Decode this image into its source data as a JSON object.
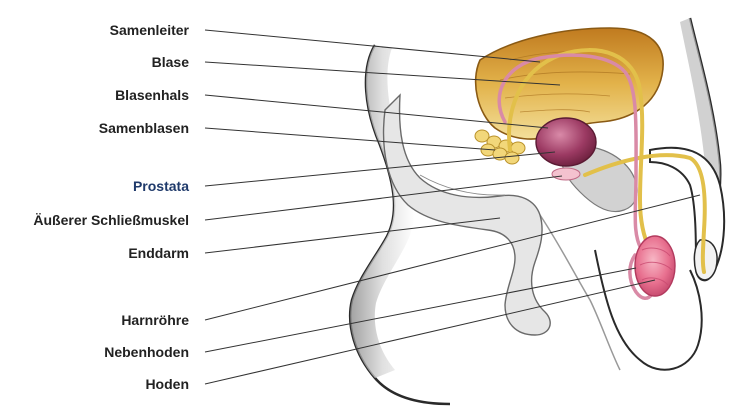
{
  "diagram": {
    "labels": [
      {
        "key": "samenleiter",
        "text": "Samenleiter"
      },
      {
        "key": "blase",
        "text": "Blase"
      },
      {
        "key": "blasenhals",
        "text": "Blasenhals"
      },
      {
        "key": "samenblasen",
        "text": "Samenblasen"
      },
      {
        "key": "prostata",
        "text": "Prostata",
        "highlight": true
      },
      {
        "key": "schliessmuskel",
        "text": "Äußerer Schließmuskel"
      },
      {
        "key": "enddarm",
        "text": "Enddarm"
      },
      {
        "key": "harnroehre",
        "text": "Harnröhre"
      },
      {
        "key": "nebenhoden",
        "text": "Nebenhoden"
      },
      {
        "key": "hoden",
        "text": "Hoden"
      }
    ]
  },
  "colors": {
    "label_text": "#222222",
    "highlight_text": "#1f3a6b",
    "leader_line": "#333333",
    "bladder": "#d9a63a",
    "vas_deferens": "#e2c04a",
    "urethra": "#d98aa6",
    "prostate": "#a8436b",
    "seminal_vesicles": "#f2d77a",
    "testis": "#e86a8a",
    "body_outline": "#2a2a2a"
  }
}
